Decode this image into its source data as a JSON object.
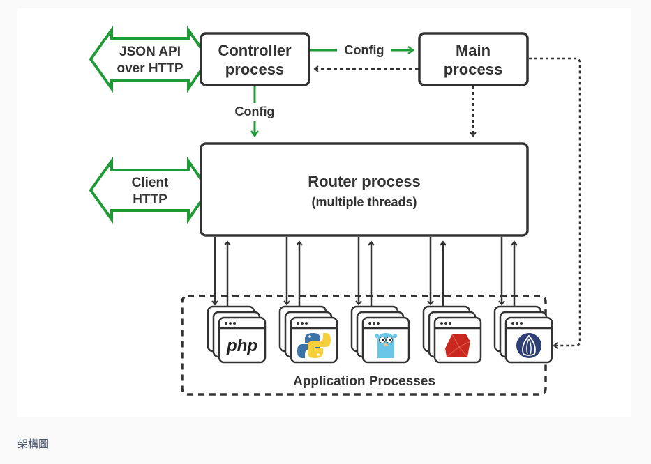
{
  "diagram": {
    "api_arrow": {
      "line1": "JSON API",
      "line2": "over HTTP"
    },
    "client_arrow": {
      "line1": "Client",
      "line2": "HTTP"
    },
    "controller": {
      "line1": "Controller",
      "line2": "process"
    },
    "main": {
      "line1": "Main",
      "line2": "process"
    },
    "router": {
      "line1": "Router process",
      "line2": "(multiple threads)"
    },
    "config_h_label": "Config",
    "config_v_label": "Config",
    "app_group_label": "Application  Processes",
    "apps": [
      {
        "name": "php",
        "label": "php"
      },
      {
        "name": "python"
      },
      {
        "name": "go"
      },
      {
        "name": "ruby"
      },
      {
        "name": "perl"
      }
    ],
    "colors": {
      "green": "#1e9b35",
      "dark": "#333333"
    }
  },
  "caption": "架構圖"
}
